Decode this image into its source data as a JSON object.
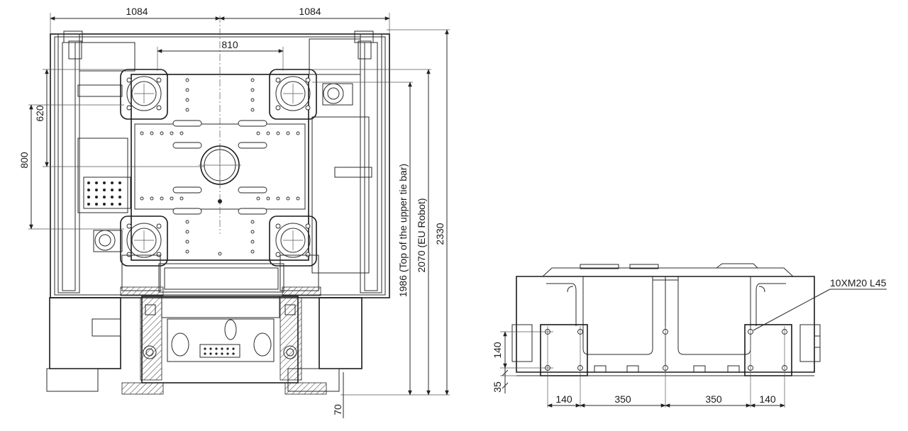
{
  "top_view": {
    "dim_left_half": "1084",
    "dim_right_half": "1084",
    "dim_tie_bar_h": "810",
    "dim_tie_bar_v": "620",
    "dim_800": "800",
    "dim_tie_bar_top": "1986 (Top of the upper tie bar)",
    "dim_eu_robot": "2070 (EU Robot)",
    "dim_total_height": "2330",
    "dim_70": "70"
  },
  "side_view": {
    "bolt_callout": "10XM20 L45",
    "dim_140_v": "140",
    "dim_35_v": "35",
    "dims_bottom": [
      "140",
      "350",
      "350",
      "140"
    ]
  }
}
